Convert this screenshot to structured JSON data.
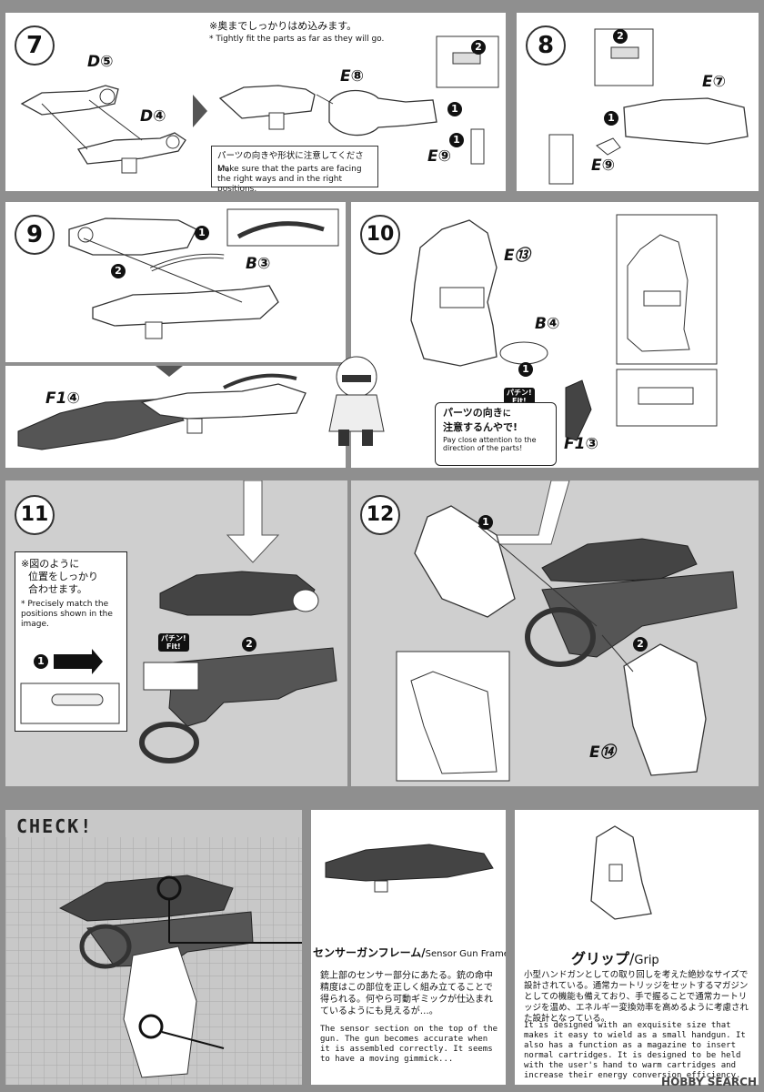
{
  "step7": {
    "number": "7",
    "part_d5": "D⑤",
    "part_d4": "D④",
    "note_jp": "※奥までしっかりはめ込みます。",
    "note_en": "* Tightly fit the parts as far as they will go.",
    "part_e8": "E⑧",
    "part_e9": "E⑨",
    "caution_jp": "パーツの向きや形状に注意してください。",
    "caution_en": "Make sure that the parts are facing the right ways and in the right positions."
  },
  "step8": {
    "number": "8",
    "part_e7": "E⑦",
    "part_e9": "E⑨"
  },
  "step9": {
    "number": "9",
    "part_b3": "B③",
    "part_f14": "F1④"
  },
  "step10": {
    "number": "10",
    "part_e13": "E⑬",
    "part_b4": "B④",
    "part_f13": "F1③",
    "snap": "パチン!\nFit!",
    "bubble_jp_1": "パーツの向き",
    "bubble_jp_2": "に",
    "bubble_jp_3": "注意するんやで!",
    "bubble_en": "Pay close attention to the direction of the parts!"
  },
  "step11": {
    "number": "11",
    "note_jp_1": "※図のように",
    "note_jp_2": "位置をしっかり",
    "note_jp_3": "合わせます。",
    "note_en": "* Precisely match the positions shown in the image.",
    "snap": "パチン!\nFit!"
  },
  "step12": {
    "number": "12",
    "part_e14": "E⑭"
  },
  "check": {
    "title": "CHECK!",
    "sensor_title_jp": "センサーガンフレーム",
    "sensor_title_sep": "/",
    "sensor_title_en": "Sensor Gun Frame",
    "sensor_jp": "銃上部のセンサー部分にあたる。銃の命中精度はこの部位を正しく組み立てることで得られる。何やら可動ギミックが仕込まれているようにも見えるが…。",
    "sensor_en": "The sensor section on the top of the gun. The gun becomes accurate when it is assembled correctly. It seems to have a moving gimmick...",
    "grip_title_jp": "グリップ",
    "grip_title_sep": "/",
    "grip_title_en": "Grip",
    "grip_jp": "小型ハンドガンとしての取り回しを考えた絶妙なサイズで設計されている。通常カートリッジをセットするマガジンとしての機能も備えており、手で握ることで通常カートリッジを温め、エネルギー変換効率を高めるように考慮された設計となっている。",
    "grip_en": "It is designed with an exquisite size that makes it easy to wield as a small handgun. It also has a function as a magazine to insert normal cartridges. It is designed to be held with the user's hand to warm cartridges and increase their energy conversion efficiency."
  },
  "watermark": "HOBBY SEARCH"
}
